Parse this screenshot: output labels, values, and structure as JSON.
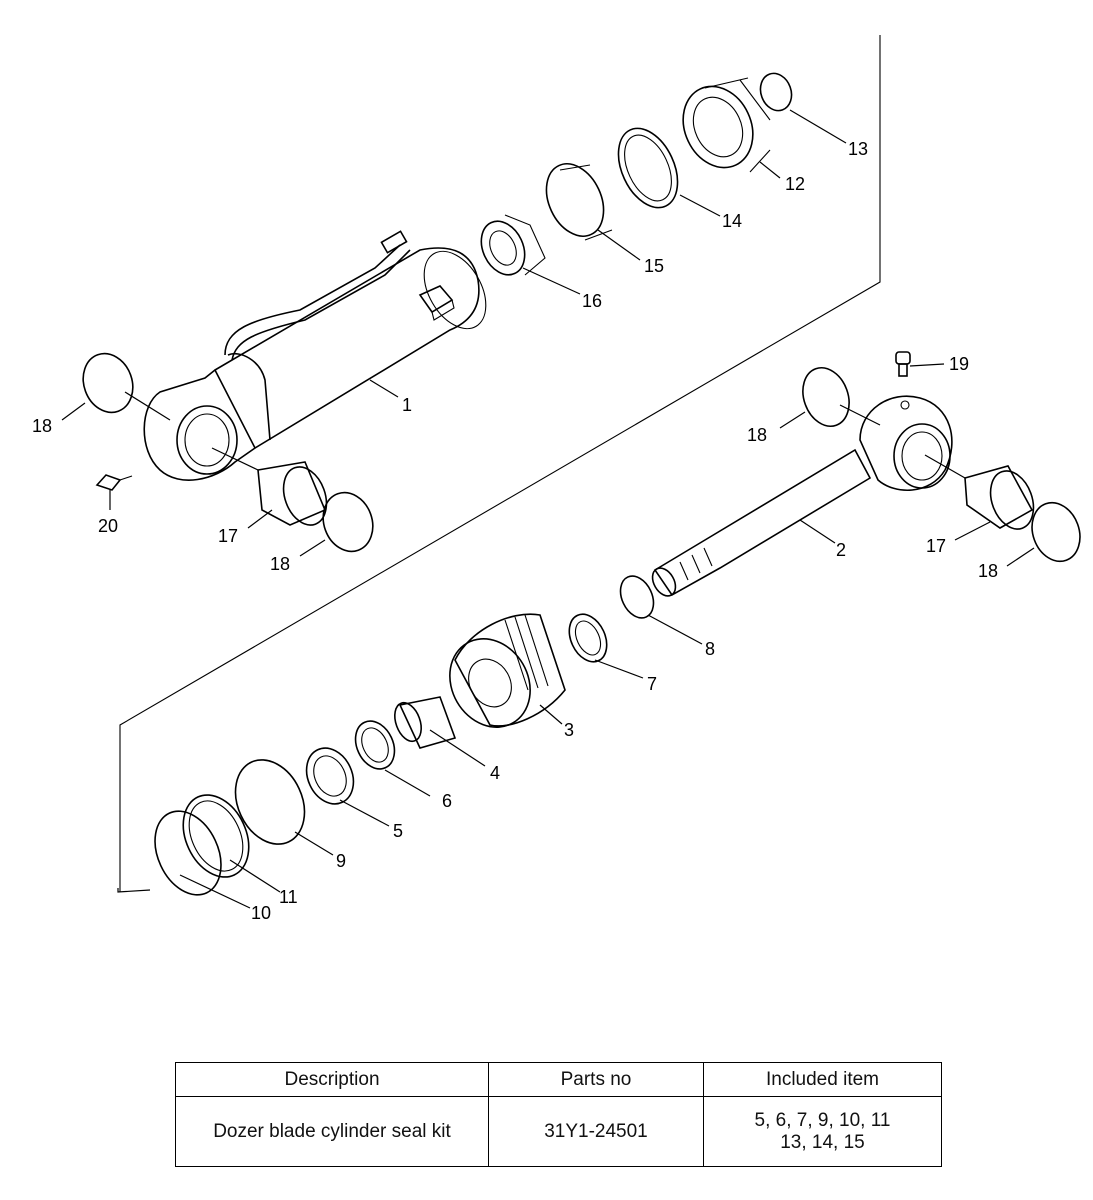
{
  "callouts": [
    "1",
    "2",
    "3",
    "4",
    "5",
    "6",
    "7",
    "8",
    "9",
    "10",
    "11",
    "12",
    "13",
    "14",
    "15",
    "16",
    "17",
    "17",
    "18",
    "18",
    "18",
    "18",
    "19",
    "20"
  ],
  "table": {
    "headers": [
      "Description",
      "Parts no",
      "Included item"
    ],
    "row": {
      "description": "Dozer blade cylinder seal kit",
      "parts_no": "31Y1-24501",
      "included_line1": "5, 6, 7, 9, 10, 11",
      "included_line2": "13, 14, 15"
    }
  }
}
